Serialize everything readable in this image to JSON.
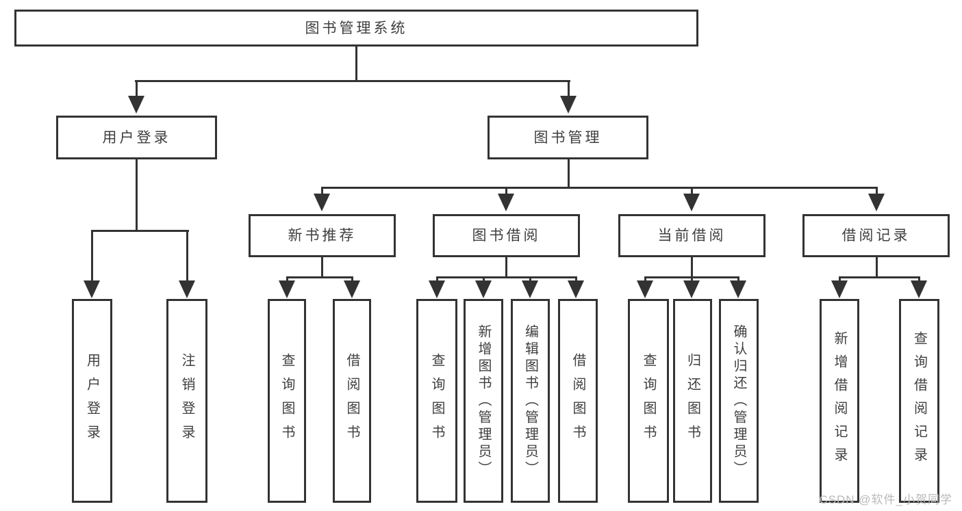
{
  "diagram": {
    "root": {
      "label": "图书管理系统"
    },
    "user_login": {
      "label": "用户登录",
      "children": [
        {
          "label": "用户登录"
        },
        {
          "label": "注销登录"
        }
      ]
    },
    "book_mgmt": {
      "label": "图书管理"
    },
    "new_book": {
      "label": "新书推荐",
      "children": [
        {
          "label": "查询图书"
        },
        {
          "label": "借阅图书"
        }
      ]
    },
    "book_borrow": {
      "label": "图书借阅",
      "children": [
        {
          "label": "查询图书"
        },
        {
          "label": "新增图书（管理员）"
        },
        {
          "label": "编辑图书（管理员）"
        },
        {
          "label": "借阅图书"
        }
      ]
    },
    "current_borrow": {
      "label": "当前借阅",
      "children": [
        {
          "label": "查询图书"
        },
        {
          "label": "归还图书"
        },
        {
          "label": "确认归还（管理员）"
        }
      ]
    },
    "borrow_records": {
      "label": "借阅记录",
      "children": [
        {
          "label": "新增借阅记录"
        },
        {
          "label": "查询借阅记录"
        }
      ]
    }
  },
  "watermark": "CSDN @软件_小贺同学",
  "colors": {
    "line": "#333333",
    "text": "#3f3f3f",
    "watermark": "#b9b9b9",
    "background": "#ffffff"
  }
}
